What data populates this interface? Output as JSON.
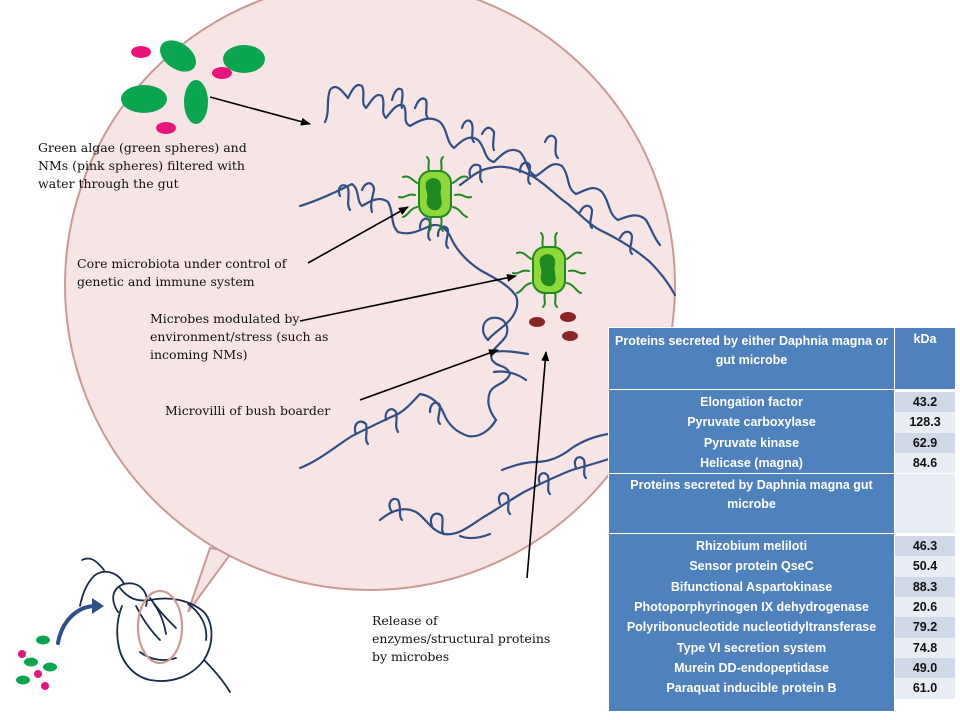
{
  "labels": {
    "algae": "Green algae (green spheres) and\nNMs (pink spheres) filtered with\nwater through the gut",
    "core": "Core microbiota under control of\ngenetic and immune system",
    "modulated": "Microbes modulated by\nenvironment/stress (such as\nincoming NMs)",
    "microvilli": "Microvilli of bush boarder",
    "release": "Release of\nenzymes/structural proteins\nby microbes"
  },
  "table": {
    "header_name": "Proteins secreted by either Daphnia magna or gut microbe",
    "header_unit": "kDa",
    "group1": {
      "names": [
        "Elongation factor",
        "Pyruvate carboxylase",
        "Pyruvate kinase",
        "Helicase (magna)"
      ],
      "values": [
        "43.2",
        "128.3",
        "62.9",
        "84.6"
      ]
    },
    "subheader": "Proteins secreted by Daphnia magna gut microbe",
    "group2": {
      "names": [
        "Rhizobium meliloti",
        "Sensor protein QseC",
        "Bifunctional Aspartokinase",
        "Photoporphyrinogen IX dehydrogenase",
        "Polyribonucleotide nucleotidyltransferase",
        "Type VI secretion system",
        "Murein DD-endopeptidase",
        "Paraquat inducible protein B"
      ],
      "values": [
        "46.3",
        "50.4",
        "88.3",
        "20.6",
        "79.2",
        "74.8",
        "49.0",
        "61.0"
      ]
    }
  },
  "colors": {
    "circle_fill": "#f7e4e4",
    "circle_stroke": "#c99a96",
    "tissue": "#2f4f86",
    "algae": "#0aa64f",
    "nm_pink": "#e8147c",
    "microbe_dark": "#1f8a1f",
    "microbe_light": "#8ed83a",
    "enzyme": "#8c2323",
    "table_header": "#4f81bd"
  }
}
